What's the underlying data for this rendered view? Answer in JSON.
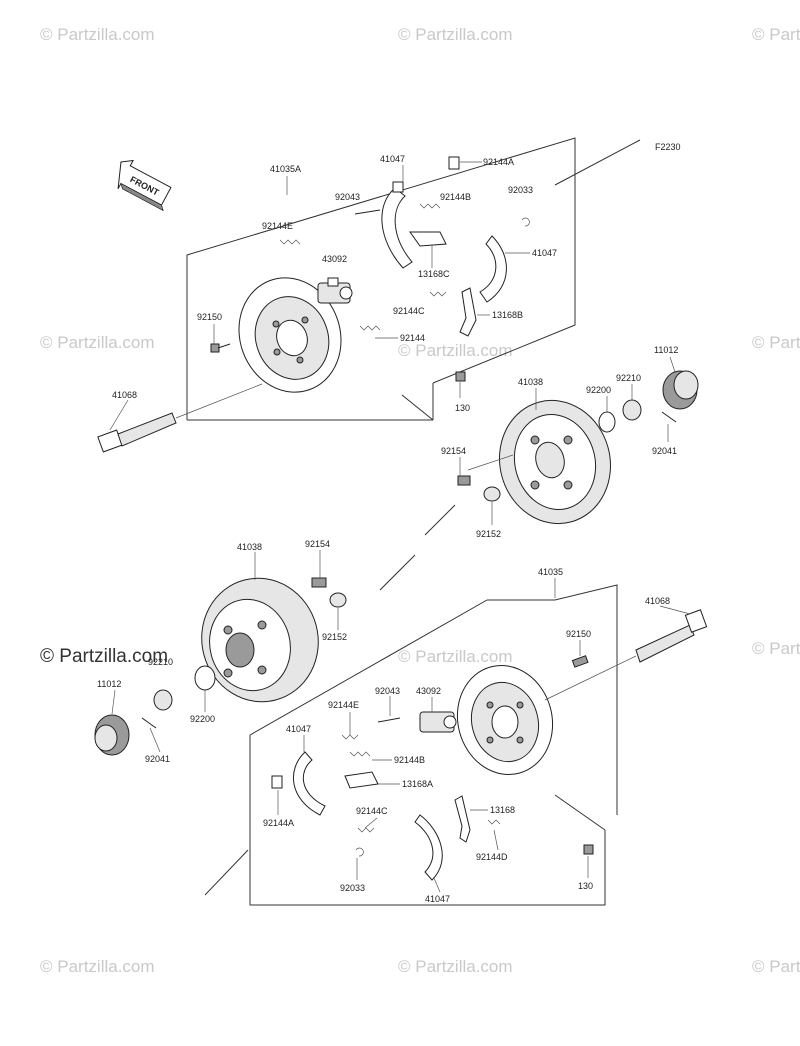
{
  "watermark": "© Partzilla.com",
  "diagram_code": "F2230",
  "front_badge": "FRONT",
  "labels": {
    "p41035A": "41035A",
    "p41047_top_a": "41047",
    "p92144A_top": "92144A",
    "p92043_top": "92043",
    "p92144B_top": "92144B",
    "p92033_top": "92033",
    "p92144E_top": "92144E",
    "p41047_top_b": "41047",
    "p43092_top": "43092",
    "p13168C": "13168C",
    "p92150_top": "92150",
    "p92144C_top": "92144C",
    "p13168B": "13168B",
    "p92144_top": "92144",
    "p11012_top": "11012",
    "p41068_top": "41068",
    "p130_top": "130",
    "p41038_top": "41038",
    "p92200_top": "92200",
    "p92210_top": "92210",
    "p92154_top": "92154",
    "p92041_top": "92041",
    "p92152_top": "92152",
    "p41038_bot": "41038",
    "p92154_bot": "92154",
    "p41035": "41035",
    "p41068_bot": "41068",
    "p92152_bot": "92152",
    "p92150_bot": "92150",
    "p92210_bot": "92210",
    "p11012_bot": "11012",
    "p92200_bot": "92200",
    "p92043_bot": "92043",
    "p43092_bot": "43092",
    "p92144E_bot": "92144E",
    "p41047_bot_a": "41047",
    "p92144B_bot": "92144B",
    "p13168A": "13168A",
    "p92041_bot": "92041",
    "p92144C_bot": "92144C",
    "p13168": "13168",
    "p92144A_bot": "92144A",
    "p92144D": "92144D",
    "p92033_bot": "92033",
    "p130_bot": "130",
    "p41047_bot_b": "41047"
  }
}
